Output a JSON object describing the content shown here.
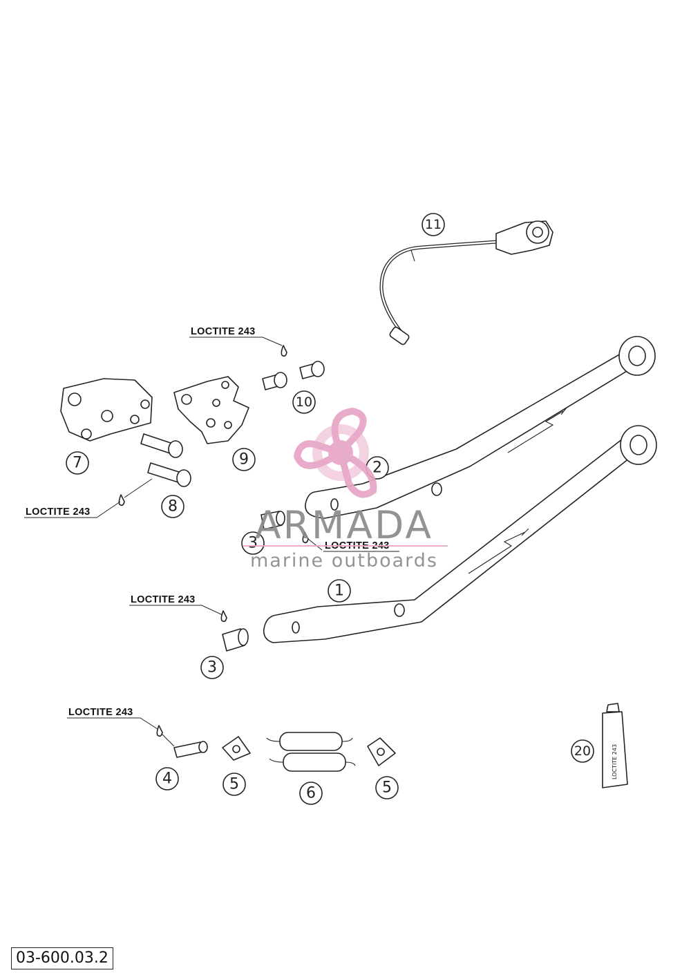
{
  "drawing_number": "03-600.03.2",
  "sealant_label": "LOCTITE 243",
  "watermark": {
    "name": "ARMADA",
    "tagline": "marine outboards",
    "accent_color": "#e7a6c6",
    "text_color": "#8a8a8a"
  },
  "sealant_bottle_text": "LOCTITE 243",
  "callouts": [
    "1",
    "2",
    "3",
    "3",
    "4",
    "5",
    "5",
    "6",
    "7",
    "8",
    "9",
    "10",
    "11",
    "20"
  ],
  "line_color": "#222222"
}
